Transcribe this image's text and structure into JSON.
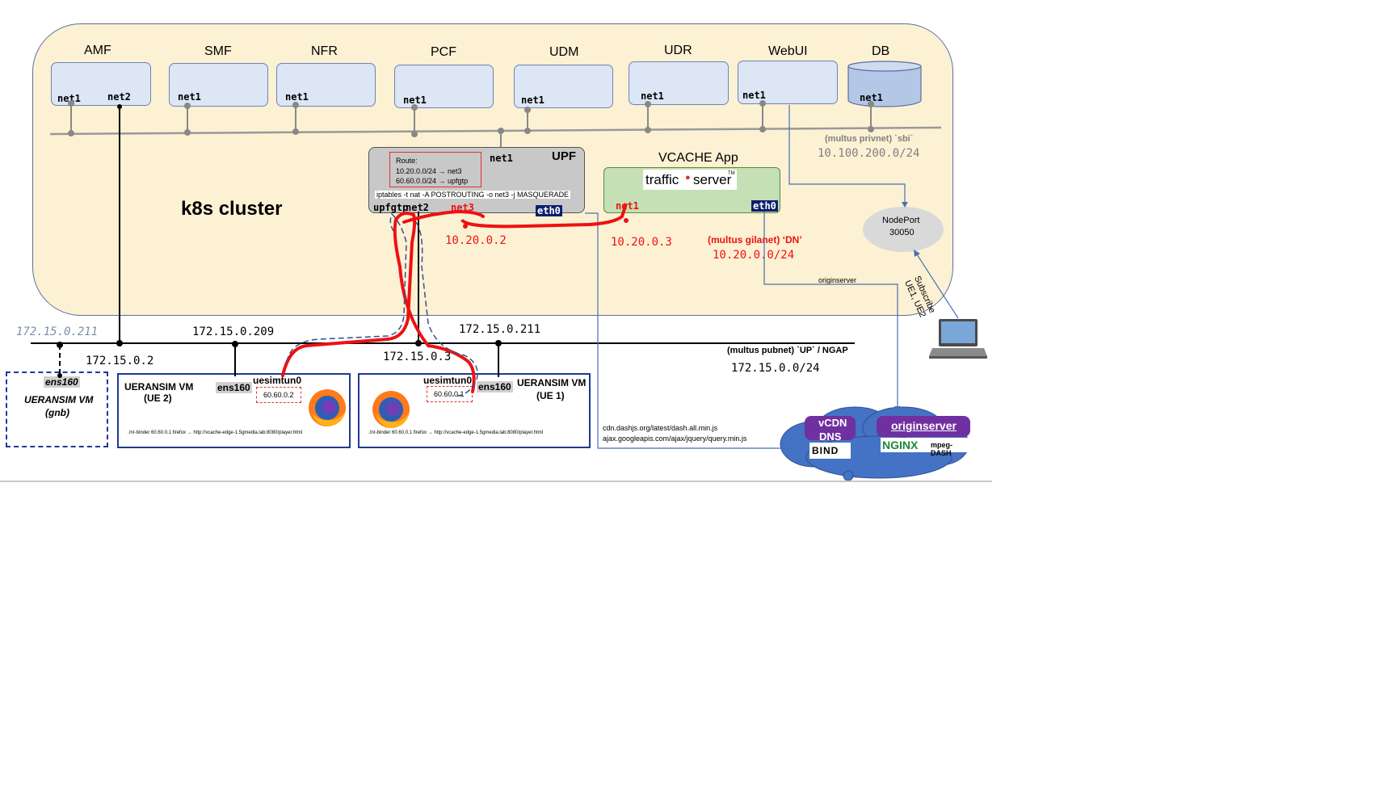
{
  "cluster_label": "k8s cluster",
  "pods": {
    "amf": {
      "name": "AMF",
      "net_a": "net1",
      "net_b": "net2"
    },
    "smf": {
      "name": "SMF",
      "net_a": "net1"
    },
    "nfr": {
      "name": "NFR",
      "net_a": "net1"
    },
    "pcf": {
      "name": "PCF",
      "net_a": "net1"
    },
    "udm": {
      "name": "UDM",
      "net_a": "net1"
    },
    "udr": {
      "name": "UDR",
      "net_a": "net1"
    },
    "webui": {
      "name": "WebUI",
      "net_a": "net1"
    },
    "db": {
      "name": "DB",
      "net_a": "net1"
    }
  },
  "sbi": {
    "label": "(multus privnet) `sbi`",
    "subnet": "10.100.200.0/24"
  },
  "upf": {
    "name": "UPF",
    "net1": "net1",
    "route_title": "Route:",
    "route_1": "10.20.0.0/24 → net3",
    "route_2": "60.60.0.0/24 → upfgtp",
    "iptables": "iptables -t nat -A POSTROUTING -o net3 -j MASQUERADE",
    "upfgtp": "upfgtp",
    "net2": "net2",
    "net3": "net3",
    "eth0": "eth0",
    "ip": "10.20.0.2"
  },
  "vcache": {
    "title": "VCACHE App",
    "logo_a": "traffic",
    "logo_b": "server",
    "logo_tm": "TM",
    "net1": "net1",
    "eth0": "eth0",
    "ip": "10.20.0.3"
  },
  "dn": {
    "label": "(multus gilanet) ‘DN’",
    "subnet": "10.20.0.0/24"
  },
  "nodeport": {
    "name": "NodePort",
    "port": "30050"
  },
  "subscribe": {
    "label": "Subscribe",
    "ues": "UE1, UE2"
  },
  "originserver_link": "originserver",
  "pubnet": {
    "label": "(multus pubnet) `UP` / NGAP",
    "subnet": "172.15.0.0/24",
    "ip_gnb": "172.15.0.211",
    "ip_amf": "172.15.0.2",
    "ip_ue2": "172.15.0.209",
    "ip_upf": "172.15.0.3",
    "ip_ue1": "172.15.0.211"
  },
  "gnb_vm": {
    "iface": "ens160",
    "title": "UERANSIM VM",
    "sub": "(gnb)"
  },
  "ue2_vm": {
    "title": "UERANSIM VM",
    "sub": "(UE 2)",
    "iface": "ens160",
    "tun": "uesimtun0",
    "tun_ip": "60.60.0.2",
    "cmd": "./nr-binder 60.60.0.1 firefox → http://vcache-edge-1.5gmedia.lab:8080/player.html"
  },
  "ue1_vm": {
    "title": "UERANSIM VM",
    "sub": "(UE 1)",
    "iface": "ens160",
    "tun": "uesimtun0",
    "tun_ip": "60.60.0.1",
    "cmd": "./nr-binder 60.60.0.1 firefox → http://vcache-edge-1.5gmedia.lab:8080/player.html"
  },
  "cdn_urls": {
    "line1": "cdn.dashjs.org/latest/dash.all.min.js",
    "line2": "ajax.googleapis.com/ajax/jquery/query.min.js"
  },
  "cloud": {
    "vcdn_a": "vCDN",
    "vcdn_b": "DNS",
    "bind": "BIND",
    "origin": "originserver",
    "nginx": "NGINX",
    "mpeg": "mpeg-DASH"
  },
  "colors": {
    "route_red": "#ee1111",
    "pod_fill": "#dce6f4",
    "cluster_fill": "#fdf1d4",
    "cloud_blue": "#4472c4",
    "purple": "#7030a0",
    "green_box": "#c5e0b4"
  }
}
